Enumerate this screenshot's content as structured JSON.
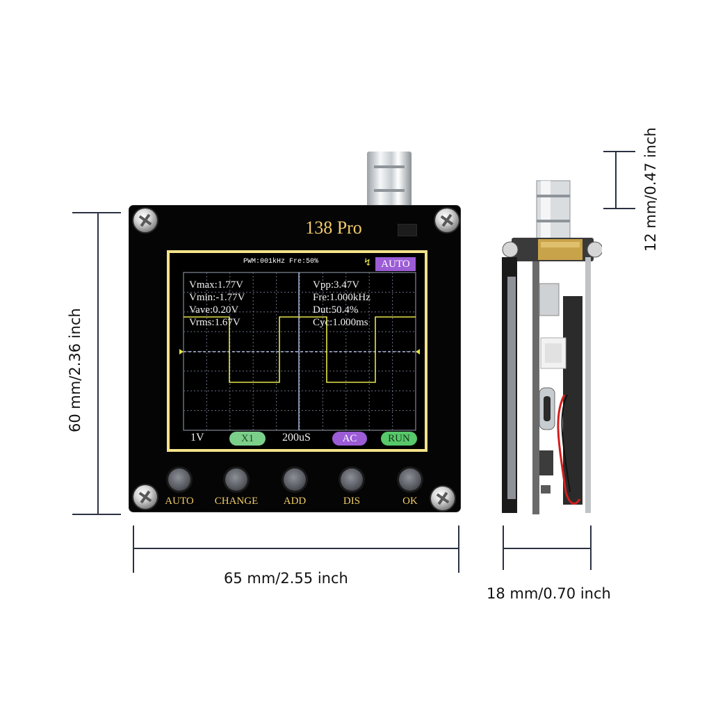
{
  "device": {
    "model": "138 Pro",
    "screen": {
      "top_status": "PWM:001kHz  Fre:50%",
      "trigger_symbol": "↯",
      "mode_badge": "AUTO",
      "measurements_left": [
        "Vmax:1.77V",
        "Vmin:-1.77V",
        "Vave:0.20V",
        "Vrms:1.67V"
      ],
      "measurements_right": [
        "Vpp:3.47V",
        "Fre:1.000kHz",
        "Dut:50.4%",
        "Cyc:1.000ms"
      ],
      "bottom_bar": {
        "volts_div": "1V",
        "probe": "X1",
        "time_div": "200uS",
        "coupling": "AC",
        "run_state": "RUN"
      }
    },
    "buttons": [
      "AUTO",
      "CHANGE",
      "ADD",
      "DIS",
      "OK"
    ]
  },
  "dimensions": {
    "height": "60 mm/2.36 inch",
    "width": "65 mm/2.55 inch",
    "depth": "18 mm/0.70 inch",
    "connector": "12 mm/0.47 inch"
  },
  "colors": {
    "trace": "#e6e44a",
    "accent_badge": "#9b5cd6",
    "pill_green": "#7ccf8a",
    "pill_purple": "#9b5cd6",
    "pill_run": "#58c86a",
    "label_gold": "#f2cc6a",
    "screen_border": "#f4e38a"
  }
}
